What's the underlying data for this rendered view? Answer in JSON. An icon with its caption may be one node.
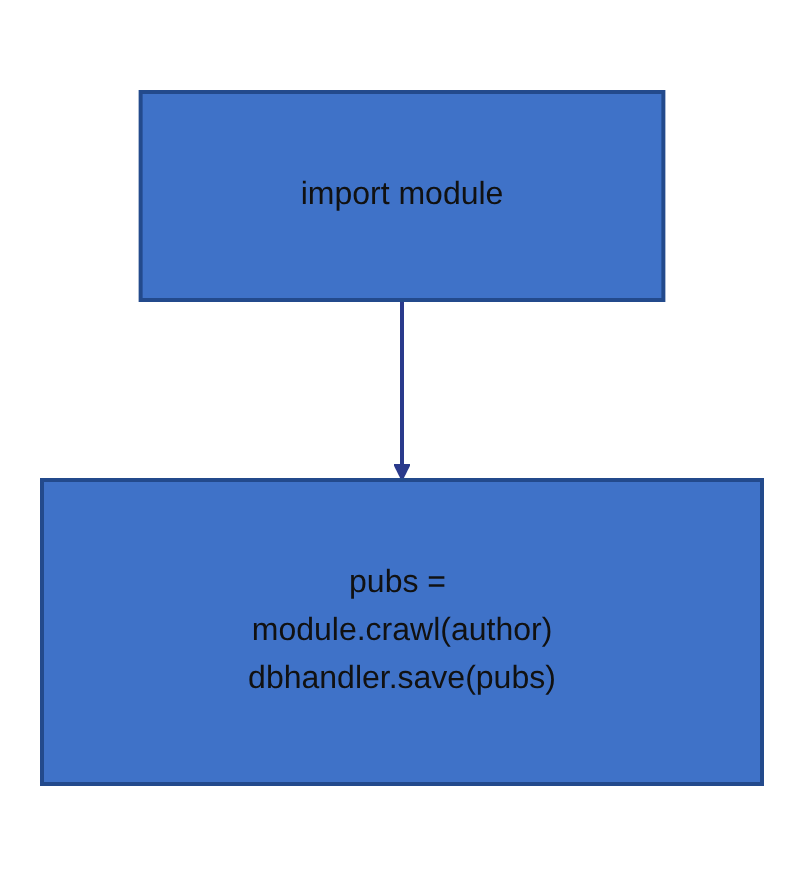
{
  "diagram": {
    "nodes": [
      {
        "text": [
          "import module"
        ]
      },
      {
        "text": [
          "pubs = module.crawl(author)",
          "dbhandler.save(pubs)"
        ]
      }
    ],
    "edges": [
      {
        "from": 0,
        "to": 1,
        "arrow": "to"
      }
    ]
  }
}
